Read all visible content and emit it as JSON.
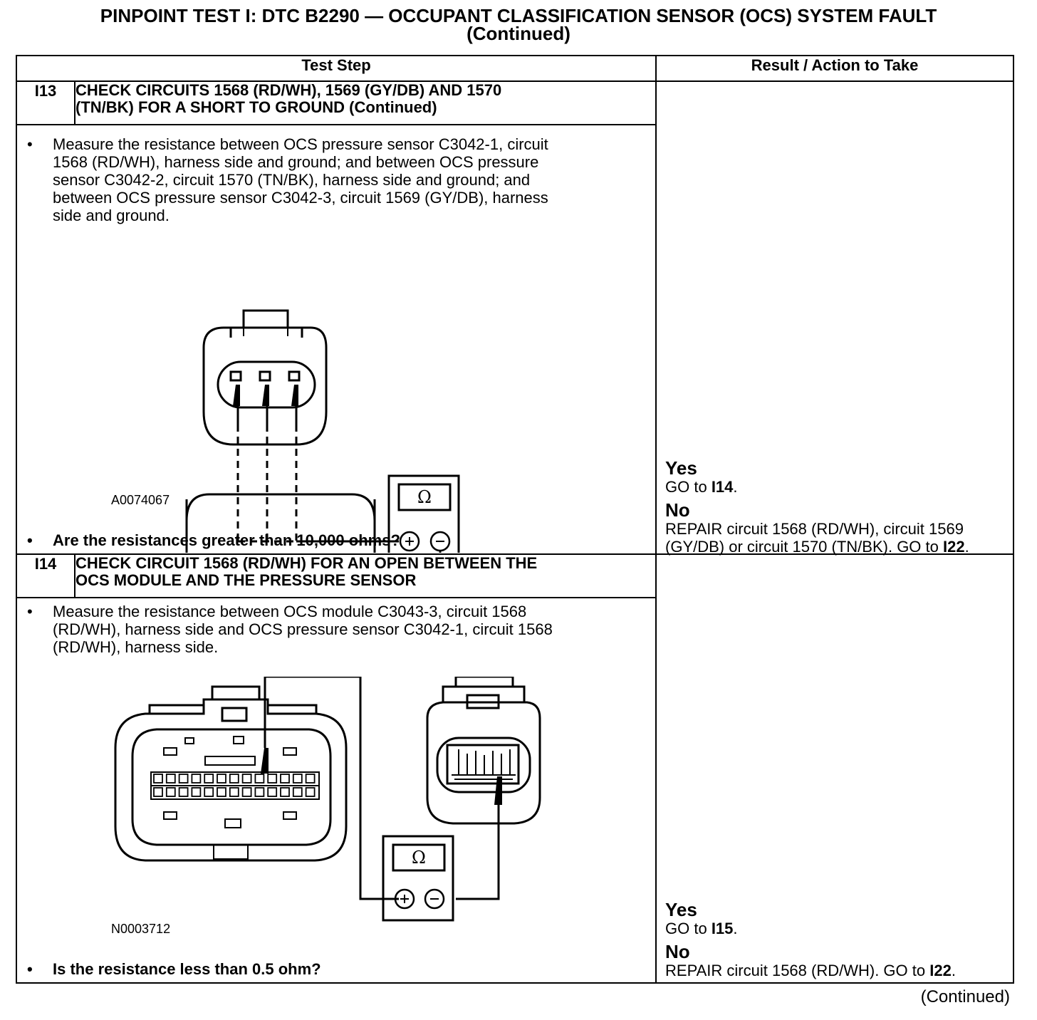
{
  "title": {
    "line1": "PINPOINT TEST I: DTC B2290 — OCCUPANT CLASSIFICATION SENSOR (OCS) SYSTEM FAULT",
    "line2": "(Continued)"
  },
  "table": {
    "col_test_step": "Test Step",
    "col_result": "Result / Action to Take",
    "steps": [
      {
        "id": "I13",
        "heading_line1": "CHECK CIRCUITS 1568 (RD/WH), 1569 (GY/DB) AND 1570",
        "heading_line2": "(TN/BK) FOR A SHORT TO GROUND (Continued)",
        "instruction": "Measure the resistance between OCS pressure sensor C3042-1, circuit 1568 (RD/WH), harness side and ground; and between OCS pressure sensor C3042-2, circuit 1570 (TN/BK), harness side  and ground; and between OCS pressure sensor C3042-3, circuit 1569 (GY/DB), harness side and ground.",
        "figure_id": "A0074067",
        "meter_symbol": "Ω",
        "question": "Are the resistances greater than 10,000 ohms?",
        "yes_label": "Yes",
        "yes_text_prefix": "GO to ",
        "yes_target": "I14",
        "yes_text_suffix": ".",
        "no_label": "No",
        "no_text_prefix": "REPAIR circuit 1568 (RD/WH), circuit 1569 (GY/DB) or circuit 1570 (TN/BK). GO to ",
        "no_target": "I22",
        "no_text_suffix": "."
      },
      {
        "id": "I14",
        "heading_line1": "CHECK CIRCUIT 1568 (RD/WH) FOR AN OPEN BETWEEN THE",
        "heading_line2": "OCS MODULE AND THE PRESSURE SENSOR",
        "instruction": "Measure the resistance between OCS module C3043-3, circuit 1568 (RD/WH), harness side and OCS pressure sensor C3042-1, circuit 1568 (RD/WH), harness side.",
        "figure_id": "N0003712",
        "meter_symbol": "Ω",
        "question": "Is the resistance less than 0.5 ohm?",
        "yes_label": "Yes",
        "yes_text_prefix": "GO to ",
        "yes_target": "I15",
        "yes_text_suffix": ".",
        "no_label": "No",
        "no_text_prefix": "REPAIR circuit 1568 (RD/WH). GO to ",
        "no_target": "I22",
        "no_text_suffix": "."
      }
    ]
  },
  "footer": {
    "continued": "(Continued)"
  }
}
